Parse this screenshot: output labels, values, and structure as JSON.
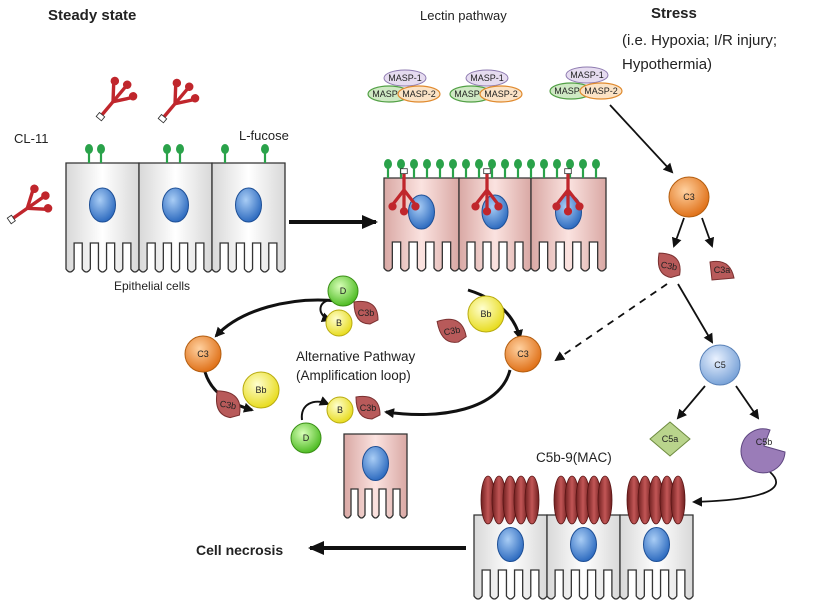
{
  "labels": {
    "steady_state": "Steady state",
    "lectin_pathway": "Lectin pathway",
    "stress_title": "Stress",
    "stress_line1": "(i.e. Hypoxia; I/R injury;",
    "stress_line2": "Hypothermia)",
    "cl11": "CL-11",
    "lfucose": "L-fucose",
    "epithelial_cells": "Epithelial cells",
    "alt_pathway_line1": "Alternative Pathway",
    "alt_pathway_line2": "(Amplification loop)",
    "mac": "C5b-9(MAC)",
    "cell_necrosis": "Cell necrosis"
  },
  "molecules": {
    "masp1": "MASP-1",
    "masp2": "MASP-2",
    "masp3": "MASP-3",
    "c3": "C3",
    "c3a": "C3a",
    "c3b": "C3b",
    "c5": "C5",
    "c5a": "C5a",
    "c5b": "C5b",
    "factor_b": "B",
    "factor_bb": "Bb",
    "factor_d": "D"
  },
  "colors": {
    "c3": "#e8822a",
    "c3b": "#b85a5a",
    "c5": "#8fb4e0",
    "c5a": "#b9d48c",
    "c5b": "#9a7cb8",
    "factor_b": "#f2ea3a",
    "factor_d": "#6ccc3c",
    "cl11": "#c0262c",
    "lfucose": "#2aa24a",
    "nucleus": "#3a78c8",
    "mac": "#9c3a3a",
    "stressed_cell": "#f2c9c6"
  }
}
